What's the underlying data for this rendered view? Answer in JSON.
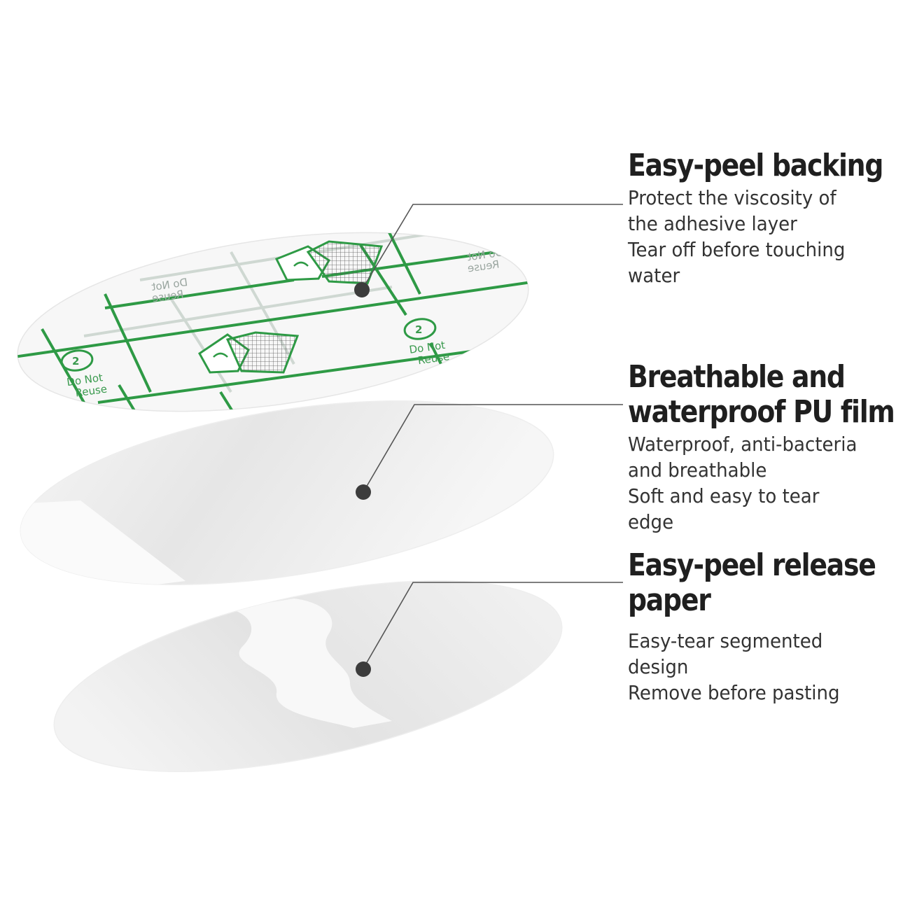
{
  "layers": [
    {
      "id": "backing",
      "title_lines": [
        "Easy-peel backing"
      ],
      "description_lines": [
        "Protect the viscosity of",
        "the adhesive layer",
        "Tear off before touching",
        "water"
      ]
    },
    {
      "id": "film",
      "title_lines": [
        "Breathable and",
        "waterproof PU film"
      ],
      "description_lines": [
        "Waterproof, anti-bacteria",
        "and breathable",
        "Soft and easy to tear",
        "edge"
      ]
    },
    {
      "id": "release-paper",
      "title_lines": [
        "Easy-peel release",
        "paper"
      ],
      "description_lines": [
        "Easy-tear segmented",
        "design",
        "Remove before pasting"
      ]
    }
  ],
  "backing_print": {
    "numbered_mark": "2",
    "label_lines": [
      "Do Not",
      "Reuse"
    ]
  },
  "colors": {
    "grid_green": "#2e9a45",
    "leader_line": "#555555",
    "dot": "#3c3c3c",
    "heading": "#1f1f1f",
    "text": "#333333"
  }
}
